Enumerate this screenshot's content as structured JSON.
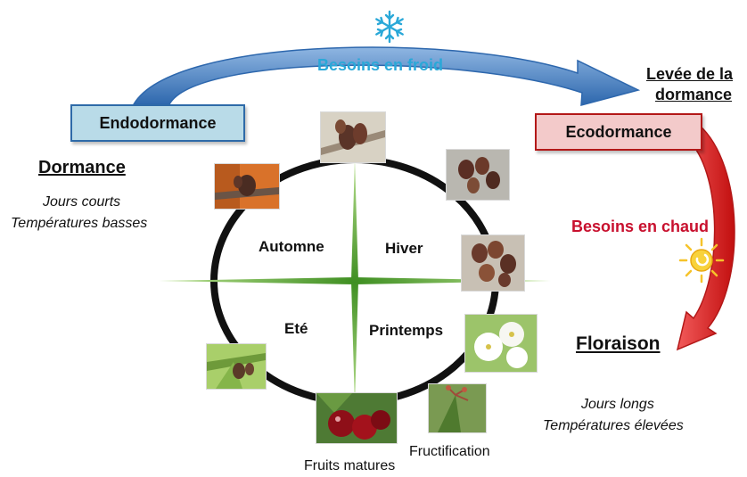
{
  "header": {
    "cold_needs": "Besoins en froid",
    "dormancy_release_line1": "Levée de la",
    "dormancy_release_line2": "dormance"
  },
  "stages": {
    "endodormance": "Endodormance",
    "ecodormance": "Ecodormance",
    "heat_needs": "Besoins en chaud",
    "flowering": "Floraison"
  },
  "dormancy": {
    "title": "Dormance",
    "line1": "Jours courts",
    "line2": "Températures basses"
  },
  "flowering_conditions": {
    "line1": "Jours longs",
    "line2": "Températures élevées"
  },
  "seasons": {
    "autumn": "Automne",
    "winter": "Hiver",
    "summer": "Eté",
    "spring": "Printemps"
  },
  "captions": {
    "fruit_set": "Fructification",
    "ripe_fruits": "Fruits matures"
  },
  "icons": {
    "cold": "snowflake-icon",
    "heat": "sun-icon"
  },
  "colors": {
    "cold_arrow": "#3a78c0",
    "cold_text": "#2aa8d8",
    "heat_arrow": "#d41515",
    "heat_text": "#c8102e",
    "endo_fill": "#b9dbe8",
    "eco_fill": "#f3caca",
    "cycle_ring": "#111111",
    "axis_green": "#6dbd3f",
    "sun": "#f6c32a",
    "snowflake": "#2aa8d8"
  }
}
